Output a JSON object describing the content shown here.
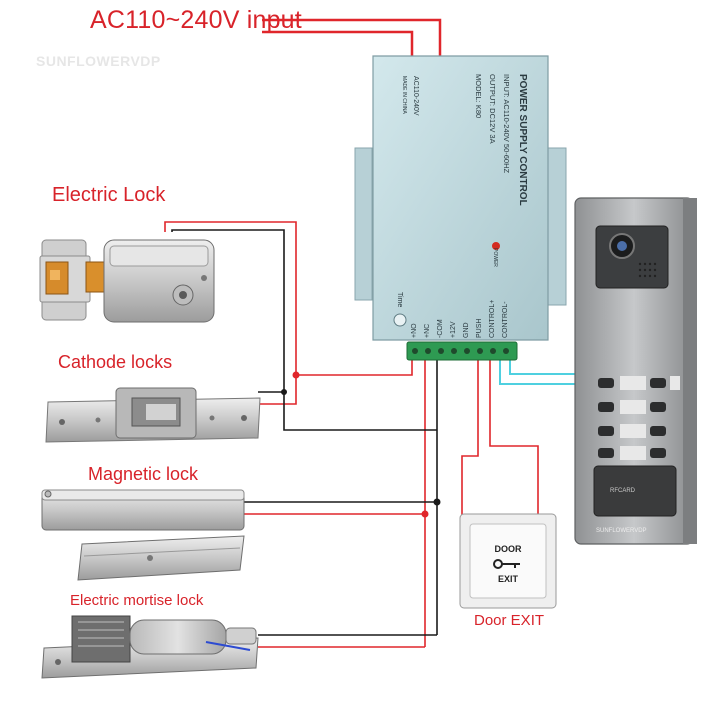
{
  "title": "AC110~240V input",
  "watermark": "SUNFLOWERVDP",
  "labels": {
    "electric_lock": "Electric Lock",
    "cathode_locks": "Cathode locks",
    "magnetic_lock": "Magnetic lock",
    "mortise_lock": "Electric mortise lock",
    "door_exit": "Door EXIT"
  },
  "power_supply": {
    "heading": "POWER SUPPLY CONTROL",
    "input": "INPUT: AC110-240V 50-60HZ",
    "output": "OUTPUT: DC12V 3A",
    "model": "MODEL: K80",
    "ac_label": "AC110-240V",
    "made_in": "MADE IN CHINA",
    "power_led": "POWER",
    "time": "Time",
    "terminals": [
      "+NO",
      "+NC",
      "-COM",
      "+12V",
      "GND",
      "PUSH",
      "CONTROL+",
      "CONTROL-"
    ]
  },
  "exit_button": {
    "line1": "DOOR",
    "line2": "EXIT"
  },
  "panel": {
    "brand": "SUNFLOWERVDP",
    "card": "RFCARD"
  },
  "colors": {
    "red_wire": "#e0262b",
    "black_wire": "#1a1a1a",
    "cyan_wire": "#4fd0e0",
    "psu_body": "#c4dde3"
  }
}
